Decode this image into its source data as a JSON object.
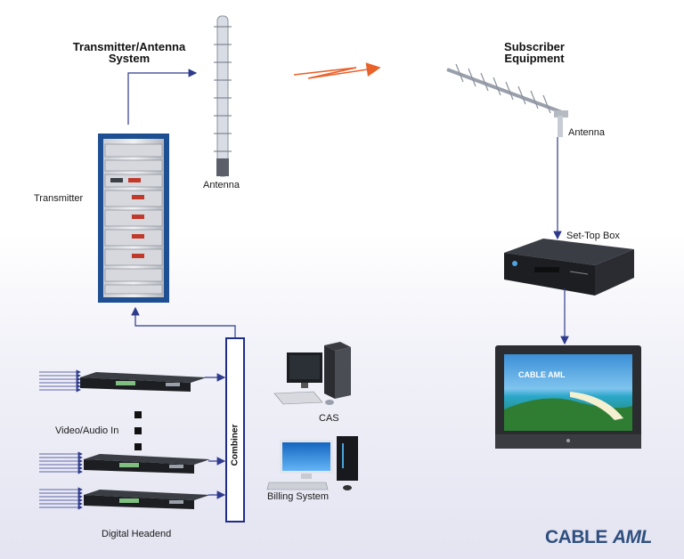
{
  "titles": {
    "transmitter_system_line1": "Transmitter/Antenna",
    "transmitter_system_line2": "System",
    "subscriber_line1": "Subscriber",
    "subscriber_line2": "Equipment"
  },
  "labels": {
    "antenna_tx": "Antenna",
    "antenna_rx": "Antenna",
    "transmitter": "Transmitter",
    "set_top_box": "Set-Top Box",
    "cas": "CAS",
    "billing": "Billing System",
    "video_audio_in": "Video/Audio In",
    "digital_headend": "Digital Headend",
    "combiner": "Combiner"
  },
  "logo": {
    "part1": "CABLE",
    "part2": "AML"
  },
  "colors": {
    "arrow": "#2e3a8c",
    "signal": "#e8622a",
    "logo": "#2f4f7f",
    "combiner": "#1f2d8a"
  },
  "tv_screen_text": "CABLE AML"
}
